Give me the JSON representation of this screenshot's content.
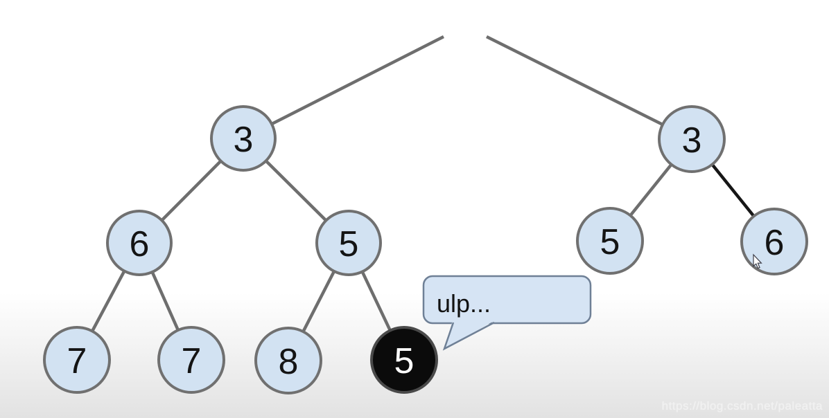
{
  "colors": {
    "node_fill": "#d2e2f2",
    "node_border": "#707070",
    "highlight_node_fill": "#0b0b0b",
    "highlight_node_border": "#4a4a4a",
    "edge": "#6e6e6e",
    "edge_highlight": "#161616",
    "bubble_fill": "#d6e4f4",
    "bubble_border": "#6f8096"
  },
  "left_tree": {
    "root": "3",
    "left_child": "6",
    "right_child": "5",
    "left_left_leaf": "7",
    "left_right_leaf": "7",
    "right_left_leaf": "8",
    "right_right_leaf": "5"
  },
  "right_tree": {
    "root": "3",
    "left_child": "5",
    "right_child": "6"
  },
  "bubble": {
    "text": "ulp..."
  },
  "watermark": "https://blog.csdn.net/paleatta"
}
